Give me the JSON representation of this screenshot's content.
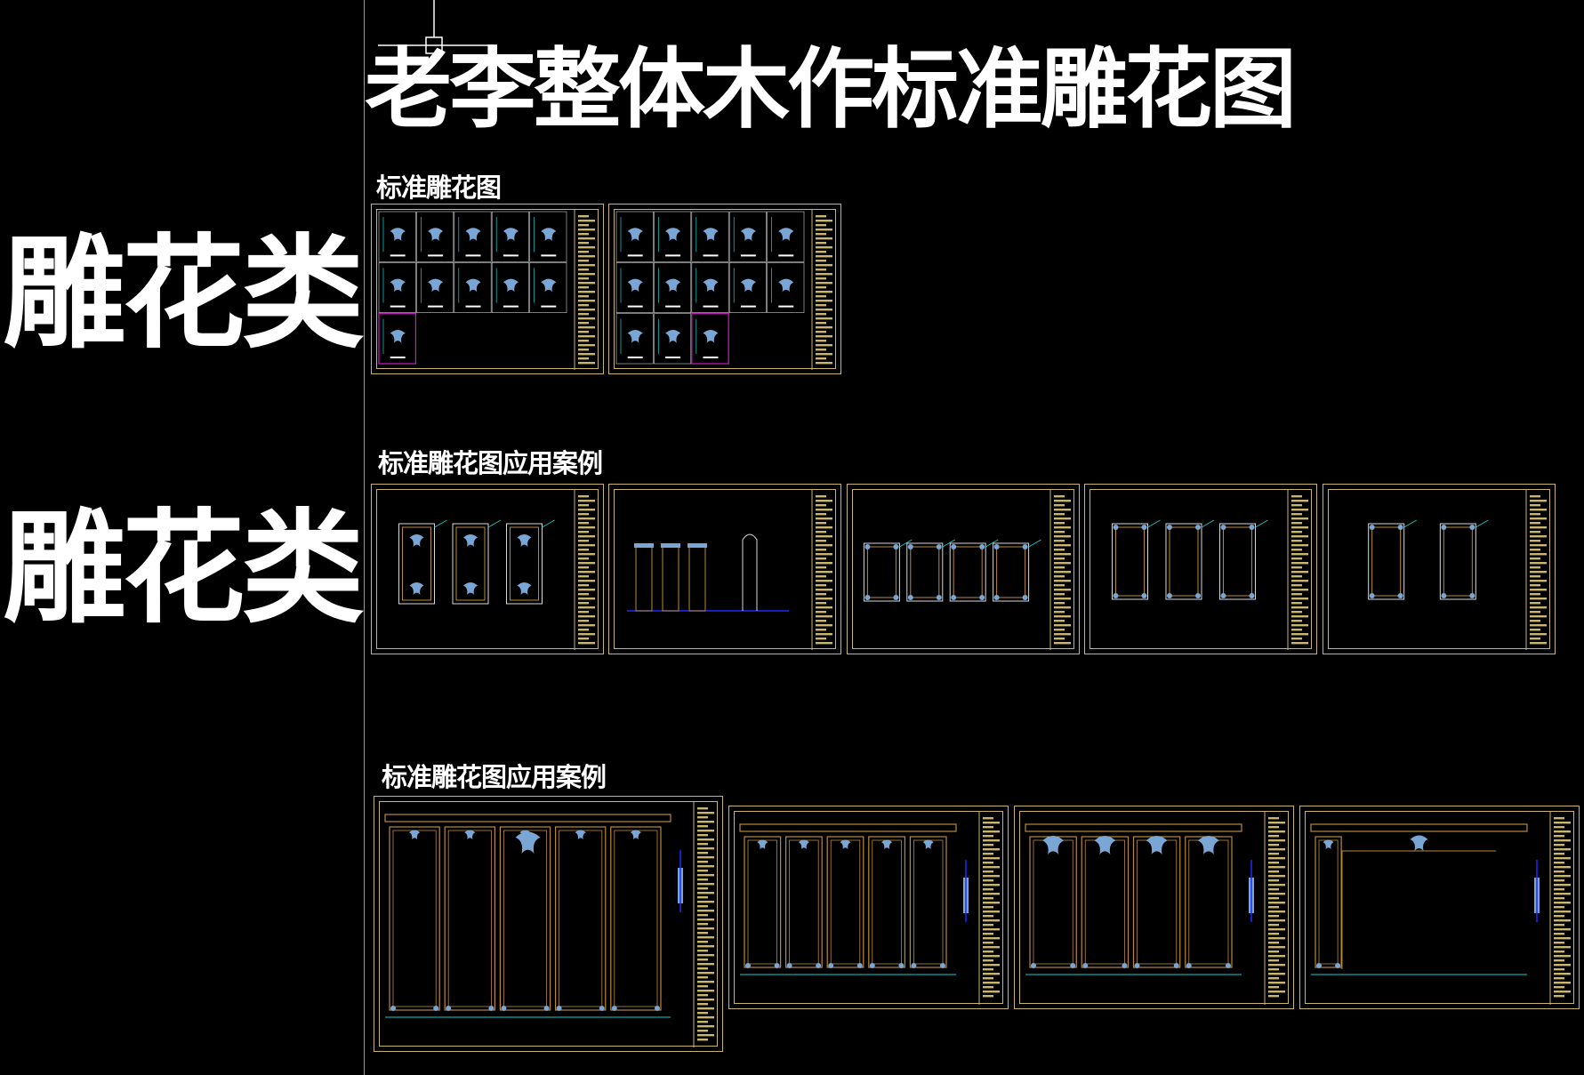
{
  "main_title": "老李整体木作标准雕花图",
  "side_labels": [
    "雕花类",
    "雕花类"
  ],
  "sections": [
    {
      "title": "标准雕花图"
    },
    {
      "title": "标准雕花图应用案例"
    },
    {
      "title": "标准雕花图应用案例"
    }
  ],
  "colors": {
    "background": "#000000",
    "frame": "#c9b56f",
    "carving": "#7aa6d6",
    "dimension": "#18d0d0",
    "highlight": "#c020c0",
    "wall_panel": "#b8893c",
    "ground_line": "#1a2cff"
  }
}
